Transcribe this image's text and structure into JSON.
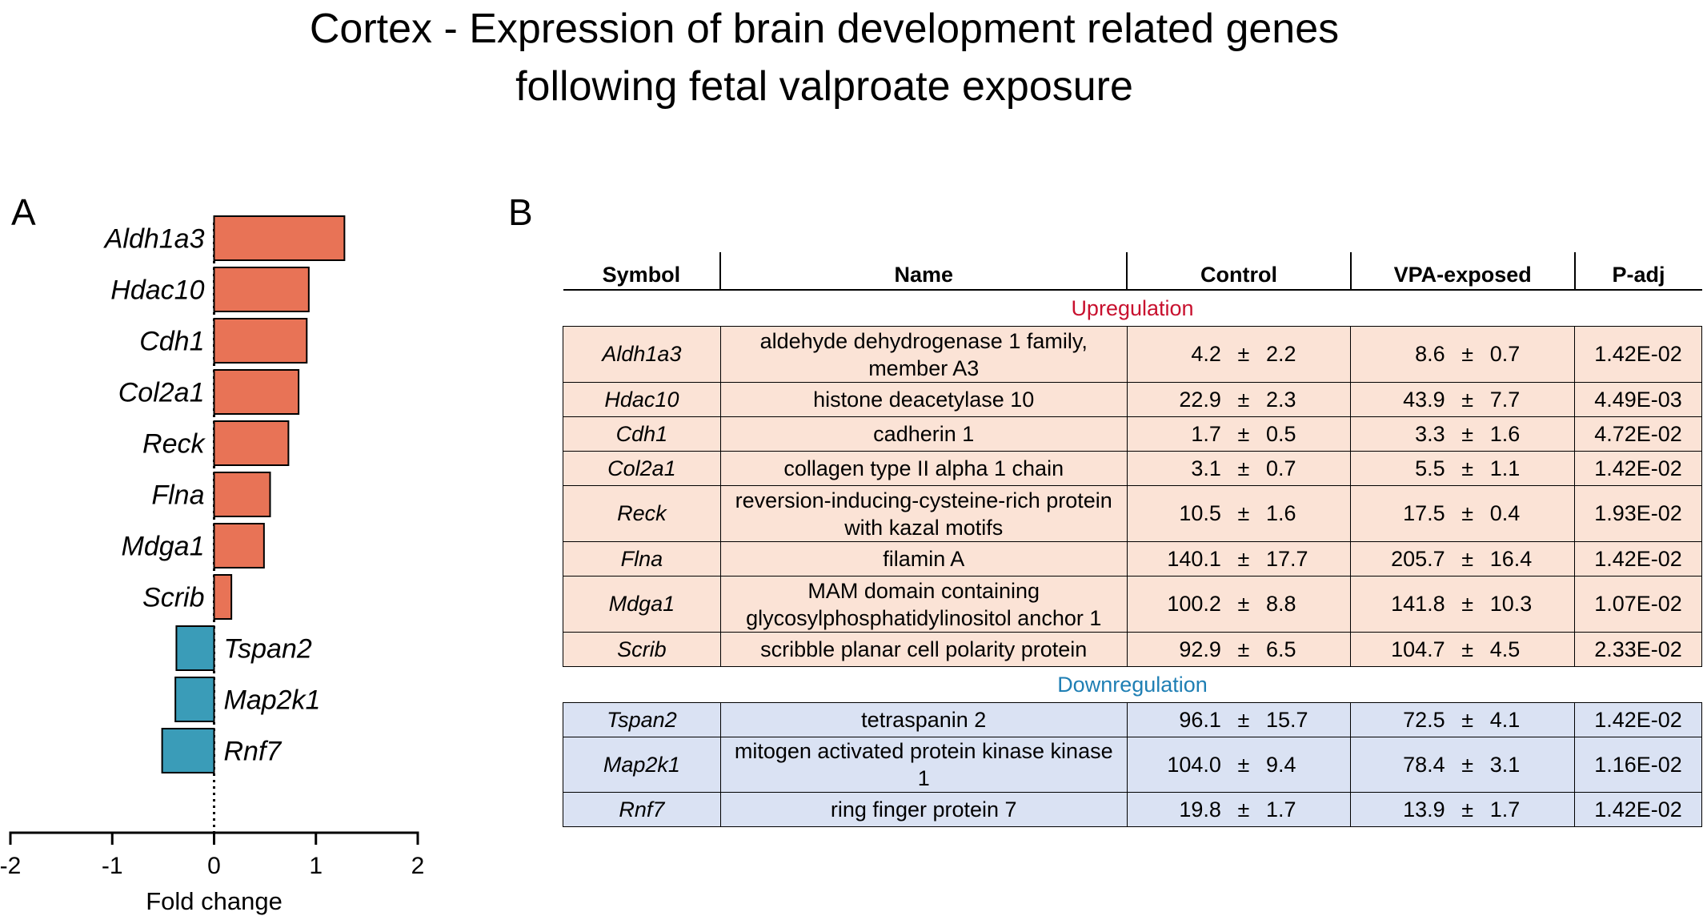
{
  "title_lines": [
    "Cortex - Expression of brain development related genes",
    "following fetal valproate exposure"
  ],
  "panel_labels": {
    "a": "A",
    "b": "B"
  },
  "colors": {
    "upregulated": "#e87356",
    "downregulated": "#3a9cb8",
    "up_text": "#c8102e",
    "down_text": "#1f7fb4",
    "up_row": "#fbe3d6",
    "down_row": "#dae2f3"
  },
  "chart_data": {
    "type": "bar",
    "orientation": "horizontal",
    "categories": [
      "Aldh1a3",
      "Hdac10",
      "Cdh1",
      "Col2a1",
      "Reck",
      "Flna",
      "Mdga1",
      "Scrib",
      "Tspan2",
      "Map2k1",
      "Rnf7"
    ],
    "values": [
      1.28,
      0.93,
      0.91,
      0.83,
      0.73,
      0.55,
      0.49,
      0.17,
      -0.37,
      -0.38,
      -0.51
    ],
    "xlabel": "Fold change",
    "ylabel": "",
    "xlim": [
      -2,
      2
    ],
    "ticks": [
      "-2",
      "-1",
      "0",
      "1",
      "2"
    ],
    "reference_line": "dotted at 0"
  },
  "table": {
    "headers": [
      "Symbol",
      "Name",
      "Control",
      "VPA-exposed",
      "P-adj"
    ],
    "pm": "±",
    "upregulation_label": "Upregulation",
    "downregulation_label": "Downregulation",
    "up_rows": [
      {
        "symbol": "Aldh1a3",
        "name": [
          "aldehyde dehydrogenase 1 family,",
          "member A3"
        ],
        "control_mean": "4.2",
        "control_sd": "2.2",
        "vpa_mean": "8.6",
        "vpa_sd": "0.7",
        "padj": "1.42E-02"
      },
      {
        "symbol": "Hdac10",
        "name": [
          "histone deacetylase 10"
        ],
        "control_mean": "22.9",
        "control_sd": "2.3",
        "vpa_mean": "43.9",
        "vpa_sd": "7.7",
        "padj": "4.49E-03"
      },
      {
        "symbol": "Cdh1",
        "name": [
          "cadherin 1"
        ],
        "control_mean": "1.7",
        "control_sd": "0.5",
        "vpa_mean": "3.3",
        "vpa_sd": "1.6",
        "padj": "4.72E-02"
      },
      {
        "symbol": "Col2a1",
        "name": [
          "collagen type II alpha 1 chain"
        ],
        "control_mean": "3.1",
        "control_sd": "0.7",
        "vpa_mean": "5.5",
        "vpa_sd": "1.1",
        "padj": "1.42E-02"
      },
      {
        "symbol": "Reck",
        "name": [
          "reversion-inducing-cysteine-rich protein",
          "with kazal motifs"
        ],
        "control_mean": "10.5",
        "control_sd": "1.6",
        "vpa_mean": "17.5",
        "vpa_sd": "0.4",
        "padj": "1.93E-02"
      },
      {
        "symbol": "Flna",
        "name": [
          "filamin A"
        ],
        "control_mean": "140.1",
        "control_sd": "17.7",
        "vpa_mean": "205.7",
        "vpa_sd": "16.4",
        "padj": "1.42E-02"
      },
      {
        "symbol": "Mdga1",
        "name": [
          "MAM domain containing",
          "glycosylphosphatidylinositol anchor 1"
        ],
        "control_mean": "100.2",
        "control_sd": "8.8",
        "vpa_mean": "141.8",
        "vpa_sd": "10.3",
        "padj": "1.07E-02"
      },
      {
        "symbol": "Scrib",
        "name": [
          "scribble planar cell polarity protein"
        ],
        "control_mean": "92.9",
        "control_sd": "6.5",
        "vpa_mean": "104.7",
        "vpa_sd": "4.5",
        "padj": "2.33E-02"
      }
    ],
    "down_rows": [
      {
        "symbol": "Tspan2",
        "name": [
          "tetraspanin 2"
        ],
        "control_mean": "96.1",
        "control_sd": "15.7",
        "vpa_mean": "72.5",
        "vpa_sd": "4.1",
        "padj": "1.42E-02"
      },
      {
        "symbol": "Map2k1",
        "name": [
          "mitogen activated protein kinase kinase 1"
        ],
        "control_mean": "104.0",
        "control_sd": "9.4",
        "vpa_mean": "78.4",
        "vpa_sd": "3.1",
        "padj": "1.16E-02"
      },
      {
        "symbol": "Rnf7",
        "name": [
          "ring finger protein 7"
        ],
        "control_mean": "19.8",
        "control_sd": "1.7",
        "vpa_mean": "13.9",
        "vpa_sd": "1.7",
        "padj": "1.42E-02"
      }
    ]
  }
}
